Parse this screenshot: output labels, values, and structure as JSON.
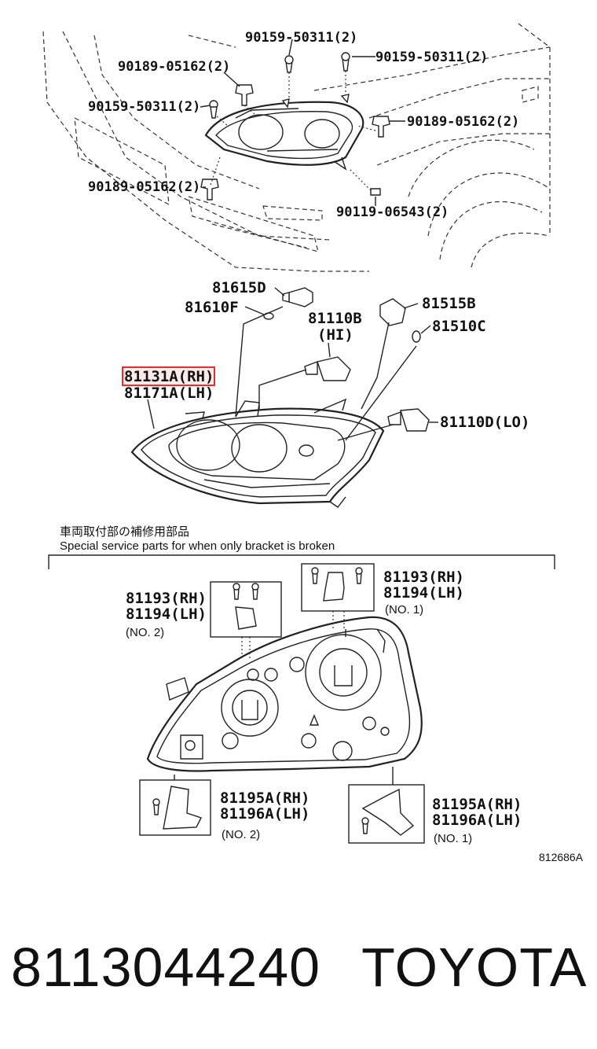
{
  "labels": {
    "screw_top_left": "90159-50311(2)",
    "screw_top_right": "90159-50311(2)",
    "clip_top_left": "90189-05162(2)",
    "screw_left": "90159-50311(2)",
    "clip_right": "90189-05162(2)",
    "clip_lower_left": "90189-05162(2)",
    "bolt_lower_right": "90119-06543(2)",
    "socket_a": "81615D",
    "bulb_a": "81610F",
    "socket_b": "81515B",
    "bulb_b": "81510C",
    "bulb_hi": "81110B",
    "bulb_hi_note": "(HI)",
    "bulb_lo": "81110D(LO)",
    "unit_rh": "81131A(RH)",
    "unit_lh": "81171A(LH)",
    "bracket_top_no1_rh": "81193(RH)",
    "bracket_top_no1_lh": "81194(LH)",
    "bracket_top_no1_tag": "(NO. 1)",
    "bracket_top_no2_rh": "81193(RH)",
    "bracket_top_no2_lh": "81194(LH)",
    "bracket_top_no2_tag": "(NO. 2)",
    "bracket_bot_no2_rh": "81195A(RH)",
    "bracket_bot_no2_lh": "81196A(LH)",
    "bracket_bot_no2_tag": "(NO. 2)",
    "bracket_bot_no1_rh": "81195A(RH)",
    "bracket_bot_no1_lh": "81196A(LH)",
    "bracket_bot_no1_tag": "(NO. 1)"
  },
  "notes": {
    "japanese": "車両取付部の補修用部品",
    "english": "Special service parts for when only bracket is broken"
  },
  "diagram_code": "812686A",
  "footer": {
    "part_number": "8113044240",
    "brand": "TOYOTA"
  },
  "highlight_color": "#e03030"
}
